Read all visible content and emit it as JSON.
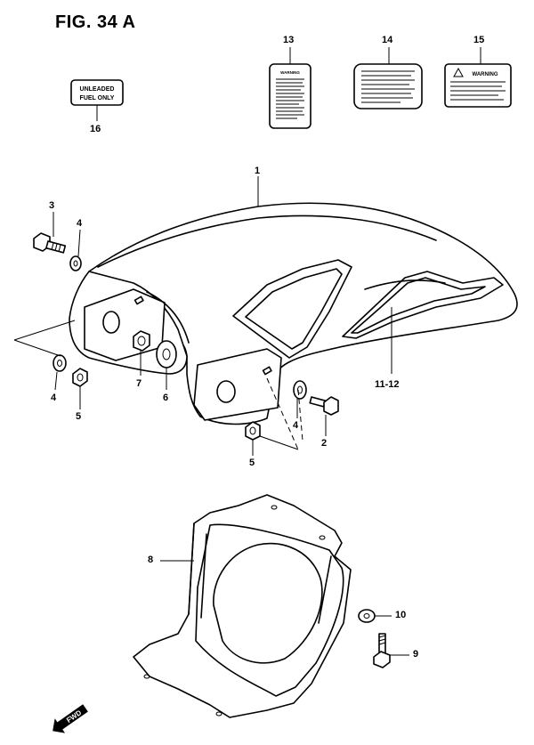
{
  "figure": {
    "title": "FIG. 34 A"
  },
  "callouts": [
    {
      "id": "c1",
      "label": "1"
    },
    {
      "id": "c2",
      "label": "2"
    },
    {
      "id": "c3",
      "label": "3"
    },
    {
      "id": "c4a",
      "label": "4"
    },
    {
      "id": "c4b",
      "label": "4"
    },
    {
      "id": "c4c",
      "label": "4"
    },
    {
      "id": "c5a",
      "label": "5"
    },
    {
      "id": "c5b",
      "label": "5"
    },
    {
      "id": "c6",
      "label": "6"
    },
    {
      "id": "c7",
      "label": "7"
    },
    {
      "id": "c8",
      "label": "8"
    },
    {
      "id": "c9",
      "label": "9"
    },
    {
      "id": "c10",
      "label": "10"
    },
    {
      "id": "c1112",
      "label": "11-12"
    },
    {
      "id": "c13",
      "label": "13"
    },
    {
      "id": "c14",
      "label": "14"
    },
    {
      "id": "c15",
      "label": "15"
    },
    {
      "id": "c16",
      "label": "16"
    }
  ],
  "decals": {
    "label16_line1": "UNLEADED",
    "label16_line2": "FUEL ONLY",
    "label13_header": "WARNING",
    "label15_header": "WARNING"
  },
  "fwd_marker": "FWD"
}
